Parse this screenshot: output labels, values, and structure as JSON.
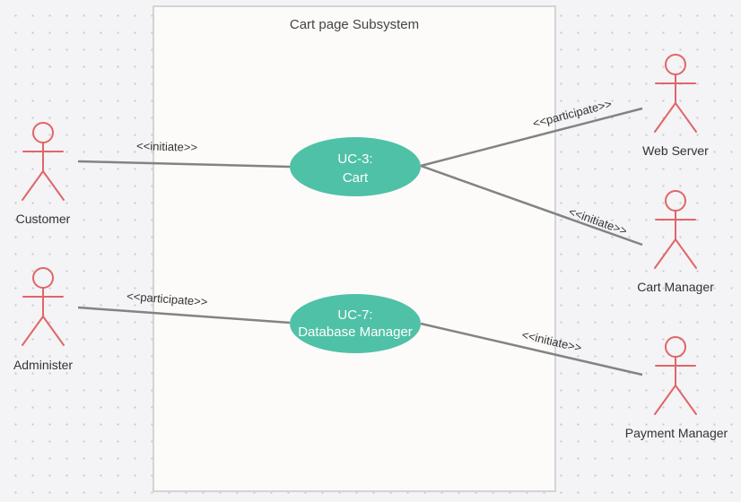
{
  "diagram": {
    "system_boundary": {
      "title": "Cart page Subsystem"
    },
    "actors": [
      {
        "id": "customer",
        "label": "Customer"
      },
      {
        "id": "administer",
        "label": "Administer"
      },
      {
        "id": "web_server",
        "label": "Web Server"
      },
      {
        "id": "cart_manager",
        "label": "Cart Manager"
      },
      {
        "id": "payment_manager",
        "label": "Payment Manager"
      }
    ],
    "use_cases": [
      {
        "id": "uc3",
        "line1": "UC-3:",
        "line2": "Cart"
      },
      {
        "id": "uc7",
        "line1": "UC-7:",
        "line2": "Database Manager"
      }
    ],
    "associations": [
      {
        "from": "customer",
        "to": "uc3",
        "label": "<<initiate>>"
      },
      {
        "from": "uc3",
        "to": "web_server",
        "label": "<<participate>>"
      },
      {
        "from": "uc3",
        "to": "cart_manager",
        "label": "<<initiate>>"
      },
      {
        "from": "administer",
        "to": "uc7",
        "label": "<<participate>>"
      },
      {
        "from": "uc7",
        "to": "payment_manager",
        "label": "<<initiate>>"
      }
    ]
  },
  "colors": {
    "actor": "#e06666",
    "use_case_fill": "#4fc1a6",
    "use_case_text": "#ffffff",
    "line": "#838383",
    "boundary_fill": "#fcfbfa",
    "boundary_stroke": "#d4d4d4",
    "text": "#333333"
  }
}
